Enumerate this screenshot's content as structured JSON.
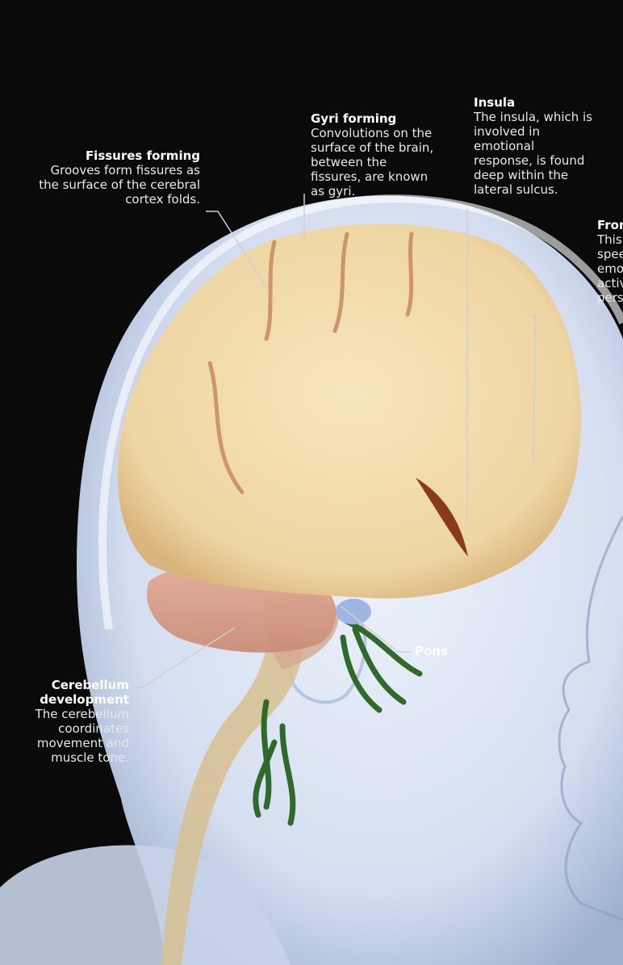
{
  "colors": {
    "background": "#0a0a0a",
    "head": "#d9e3f2",
    "brain": "#f1dcae",
    "cerebellum": "#d9a08d",
    "pons": "#9fb6e2",
    "brainstem": "#d7bf90",
    "nerves": "#2f6a2a",
    "leader_line": "#c8c8c8"
  },
  "labels": {
    "fissures": {
      "title": "Fissures forming",
      "body": "Grooves form fissures as the surface of the cerebral cortex folds."
    },
    "gyri": {
      "title": "Gyri forming",
      "body": "Convolutions on the surface of the brain, between the fissures, are known as gyri."
    },
    "insula": {
      "title": "Insula",
      "body": "The insula, which is involved in emotional response, is found deep within the lateral sulcus."
    },
    "frontal": {
      "title": "Fron",
      "body_lines": [
        "This",
        "spee",
        "emo",
        "activ",
        "pers"
      ]
    },
    "pons": {
      "title": "Pons"
    },
    "cerebellum": {
      "title_line1": "Cerebellum",
      "title_line2": "development",
      "body": "The cerebellum coordinates movement and muscle tone."
    }
  }
}
